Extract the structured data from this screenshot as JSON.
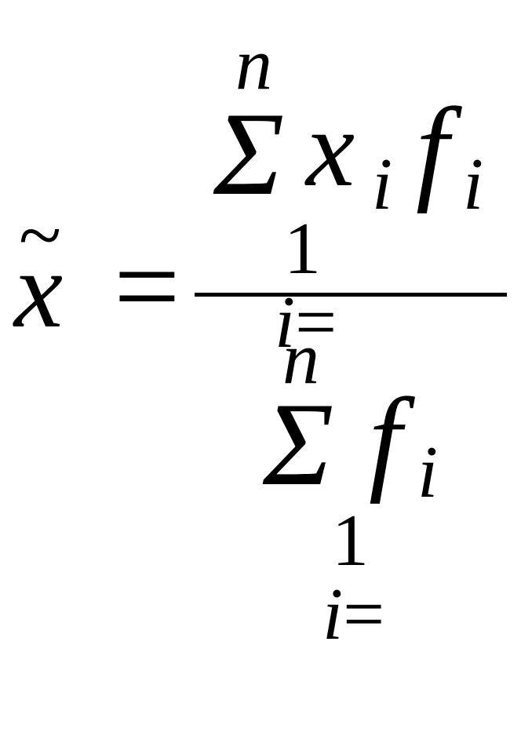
{
  "formula": {
    "lhs": {
      "variable": "x",
      "accent": "~"
    },
    "equals": "=",
    "numerator": {
      "sum_symbol": "Σ",
      "upper_limit": "n",
      "lower_index": "i",
      "lower_equals": "=",
      "lower_value": "1",
      "term_x": "x",
      "term_x_sub": "i",
      "term_f": "f",
      "term_f_sub": "i"
    },
    "denominator": {
      "sum_symbol": "Σ",
      "upper_limit": "n",
      "lower_index": "i",
      "lower_equals": "=",
      "lower_value": "1",
      "term_f": "f",
      "term_f_sub": "i"
    }
  }
}
